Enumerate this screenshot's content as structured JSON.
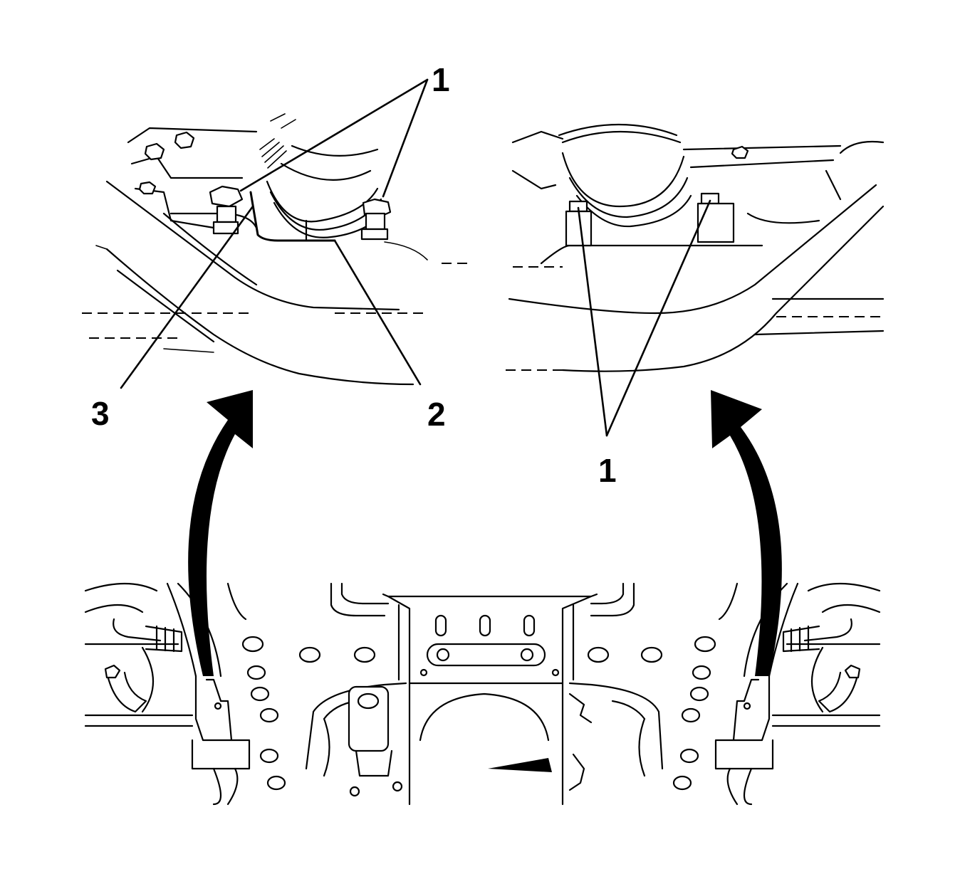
{
  "callouts": {
    "left_top_1": "1",
    "left_2": "2",
    "left_3": "3",
    "right_1": "1"
  },
  "colors": {
    "line": "#000000",
    "background": "#ffffff"
  },
  "icons": {
    "arrow_left": "curved-arrow-up",
    "arrow_right": "curved-arrow-up"
  }
}
